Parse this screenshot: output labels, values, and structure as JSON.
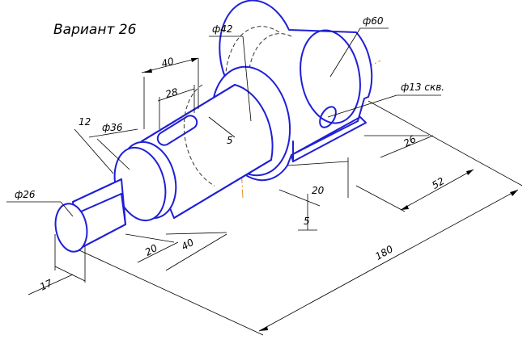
{
  "title": "Вариант 26",
  "colors": {
    "object_lines": "#1f1fd6",
    "center_lines": "#e58a1f",
    "dimension_lines": "#000000"
  },
  "dimensions": {
    "d26": "ф26",
    "d36": "ф36",
    "d42": "ф42",
    "d60": "ф60",
    "d13": "ф13 скв.",
    "len40_top": "40",
    "slot28": "28",
    "len12": "12",
    "len5_slot": "5",
    "len5_flat": "5",
    "len20_flat": "20",
    "len26": "26",
    "len52": "52",
    "len20_front": "20",
    "len40_front": "40",
    "len17": "17",
    "len180": "180"
  }
}
